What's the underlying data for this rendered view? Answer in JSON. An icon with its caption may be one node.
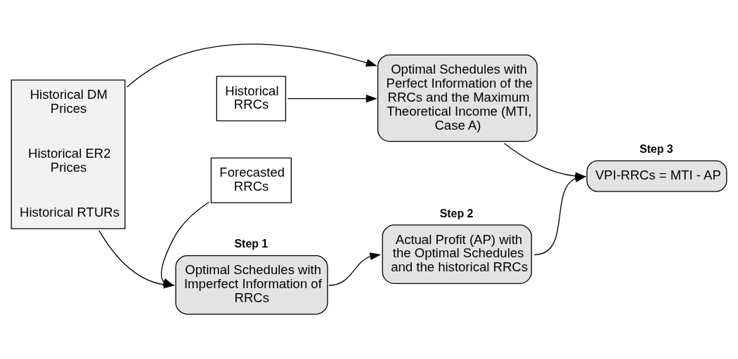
{
  "diagram": {
    "nodes": [
      {
        "text": [
          "Historical DM Prices",
          "Historical ER2 Prices",
          "Historical RTURs"
        ]
      },
      {
        "text": [
          "Optimal Schedules with Imperfect Information of RRCs"
        ],
        "beside": [
          "Step 1"
        ]
      },
      {
        "text": [
          "Actual Profit (AP) with the Optimal Schedules and the historical RRCs"
        ],
        "beside": [
          "Step 2"
        ]
      },
      {
        "text": [
          "Forecasted RRCs"
        ]
      },
      {
        "text": [
          "VPI-RRCs = MTI - AP"
        ],
        "beside": [
          "Step 3"
        ]
      },
      {
        "text": [
          "Historical RRCs"
        ]
      },
      {
        "text": [
          "Optimal Schedules with Perfect Information of the RRCs and the Maximum Theoretical Income (MTI, Case A)"
        ]
      }
    ],
    "edges": [
      {
        "from": 0,
        "to": 1,
        "arrow": "to"
      },
      {
        "from": 1,
        "to": 2,
        "arrow": "to"
      },
      {
        "from": 3,
        "to": 1,
        "arrow": "to"
      },
      {
        "from": 2,
        "to": 4,
        "arrow": "to"
      },
      {
        "from": 5,
        "to": 6,
        "arrow": "to"
      },
      {
        "from": 0,
        "to": 6,
        "arrow": "to"
      },
      {
        "from": 6,
        "to": 4,
        "arrow": "to"
      }
    ]
  }
}
